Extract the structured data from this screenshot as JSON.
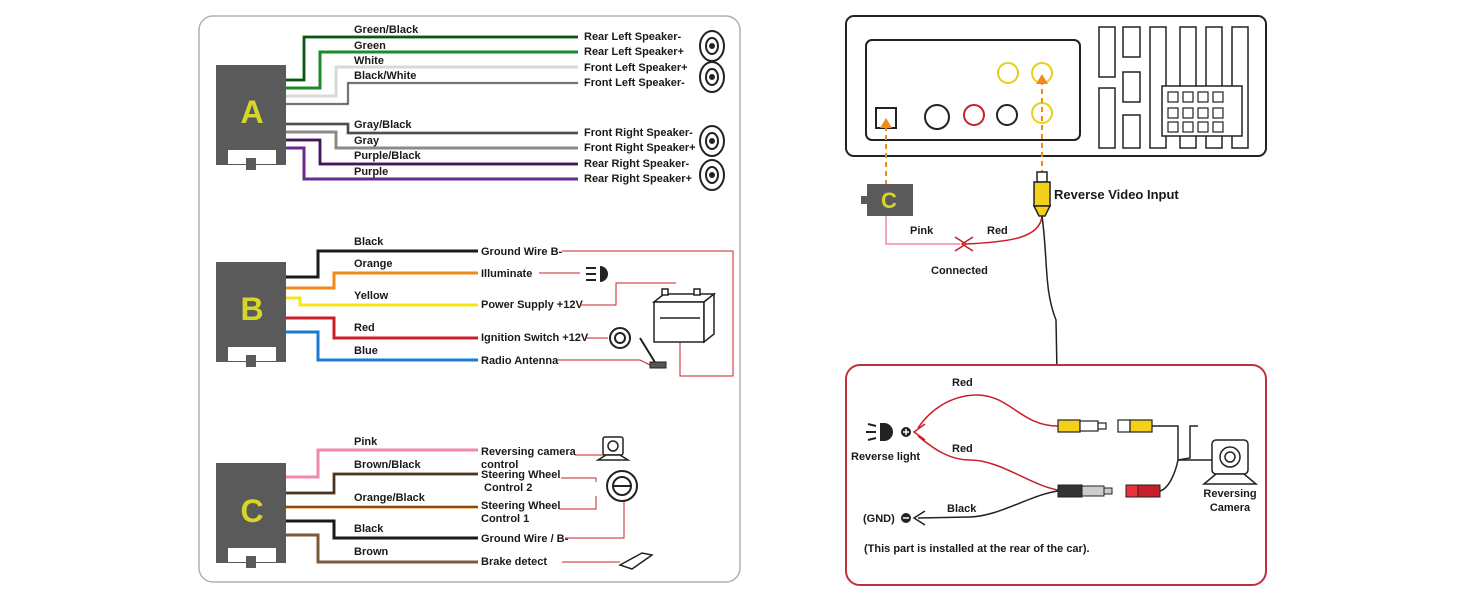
{
  "left": {
    "connector_a": {
      "letter": "A",
      "wires": [
        {
          "wire": "Green/Black",
          "function": "Rear Left Speaker-"
        },
        {
          "wire": "Green",
          "function": "Rear Left Speaker+"
        },
        {
          "wire": "White",
          "function": "Front Left Speaker+"
        },
        {
          "wire": "Black/White",
          "function": "Front Left Speaker-"
        },
        {
          "wire": "Gray/Black",
          "function": "Front Right Speaker-"
        },
        {
          "wire": "Gray",
          "function": "Front Right Speaker+"
        },
        {
          "wire": "Purple/Black",
          "function": "Rear Right Speaker-"
        },
        {
          "wire": "Purple",
          "function": "Rear Right Speaker+"
        }
      ]
    },
    "connector_b": {
      "letter": "B",
      "wires": [
        {
          "wire": "Black",
          "function": "Ground Wire B-"
        },
        {
          "wire": "Orange",
          "function": "Illuminate"
        },
        {
          "wire": "Yellow",
          "function": "Power Supply +12V"
        },
        {
          "wire": "Red",
          "function": "Ignition Switch +12V"
        },
        {
          "wire": "Blue",
          "function": "Radio Antenna"
        }
      ]
    },
    "connector_c": {
      "letter": "C",
      "wires": [
        {
          "wire": "Pink",
          "function_line1": "Reversing camera",
          "function_line2": "control"
        },
        {
          "wire": "Brown/Black",
          "function_line1": "Steering Wheel",
          "function_line2": " Control 2"
        },
        {
          "wire": "Orange/Black",
          "function_line1": "Steering Wheel",
          "function_line2": "Control 1"
        },
        {
          "wire": "Black",
          "function_line1": "Ground Wire / B-",
          "function_line2": ""
        },
        {
          "wire": "Brown",
          "function_line1": "Brake detect",
          "function_line2": ""
        }
      ]
    }
  },
  "right": {
    "connector_c_letter": "C",
    "reverse_video_input": "Reverse Video Input",
    "pink": "Pink",
    "red_top": "Red",
    "connected": "Connected",
    "rear_box": {
      "red_1": "Red",
      "red_2": "Red",
      "reverse_light": "Reverse light",
      "black": "Black",
      "gnd": "(GND)",
      "camera_line1": "Reversing",
      "camera_line2": "Camera",
      "note": "(This part is installed at the rear of the car)."
    }
  },
  "colors": {
    "green": "#1a8a2a",
    "white_wire": "#d9d9d9",
    "gray": "#8a8a8a",
    "purple": "#6a2a8a",
    "orange": "#f08a1a",
    "yellow": "#f5e61a",
    "red": "#c8202a",
    "blue": "#1a7ad0",
    "pink": "#f08ab0",
    "brown": "#7a5a3a",
    "black": "#1a1a1a",
    "connector_gray": "#5a5a5a",
    "letter_yellow": "#d6d62a",
    "panel_border": "#b0b0b0",
    "rear_border": "#c0303a"
  }
}
